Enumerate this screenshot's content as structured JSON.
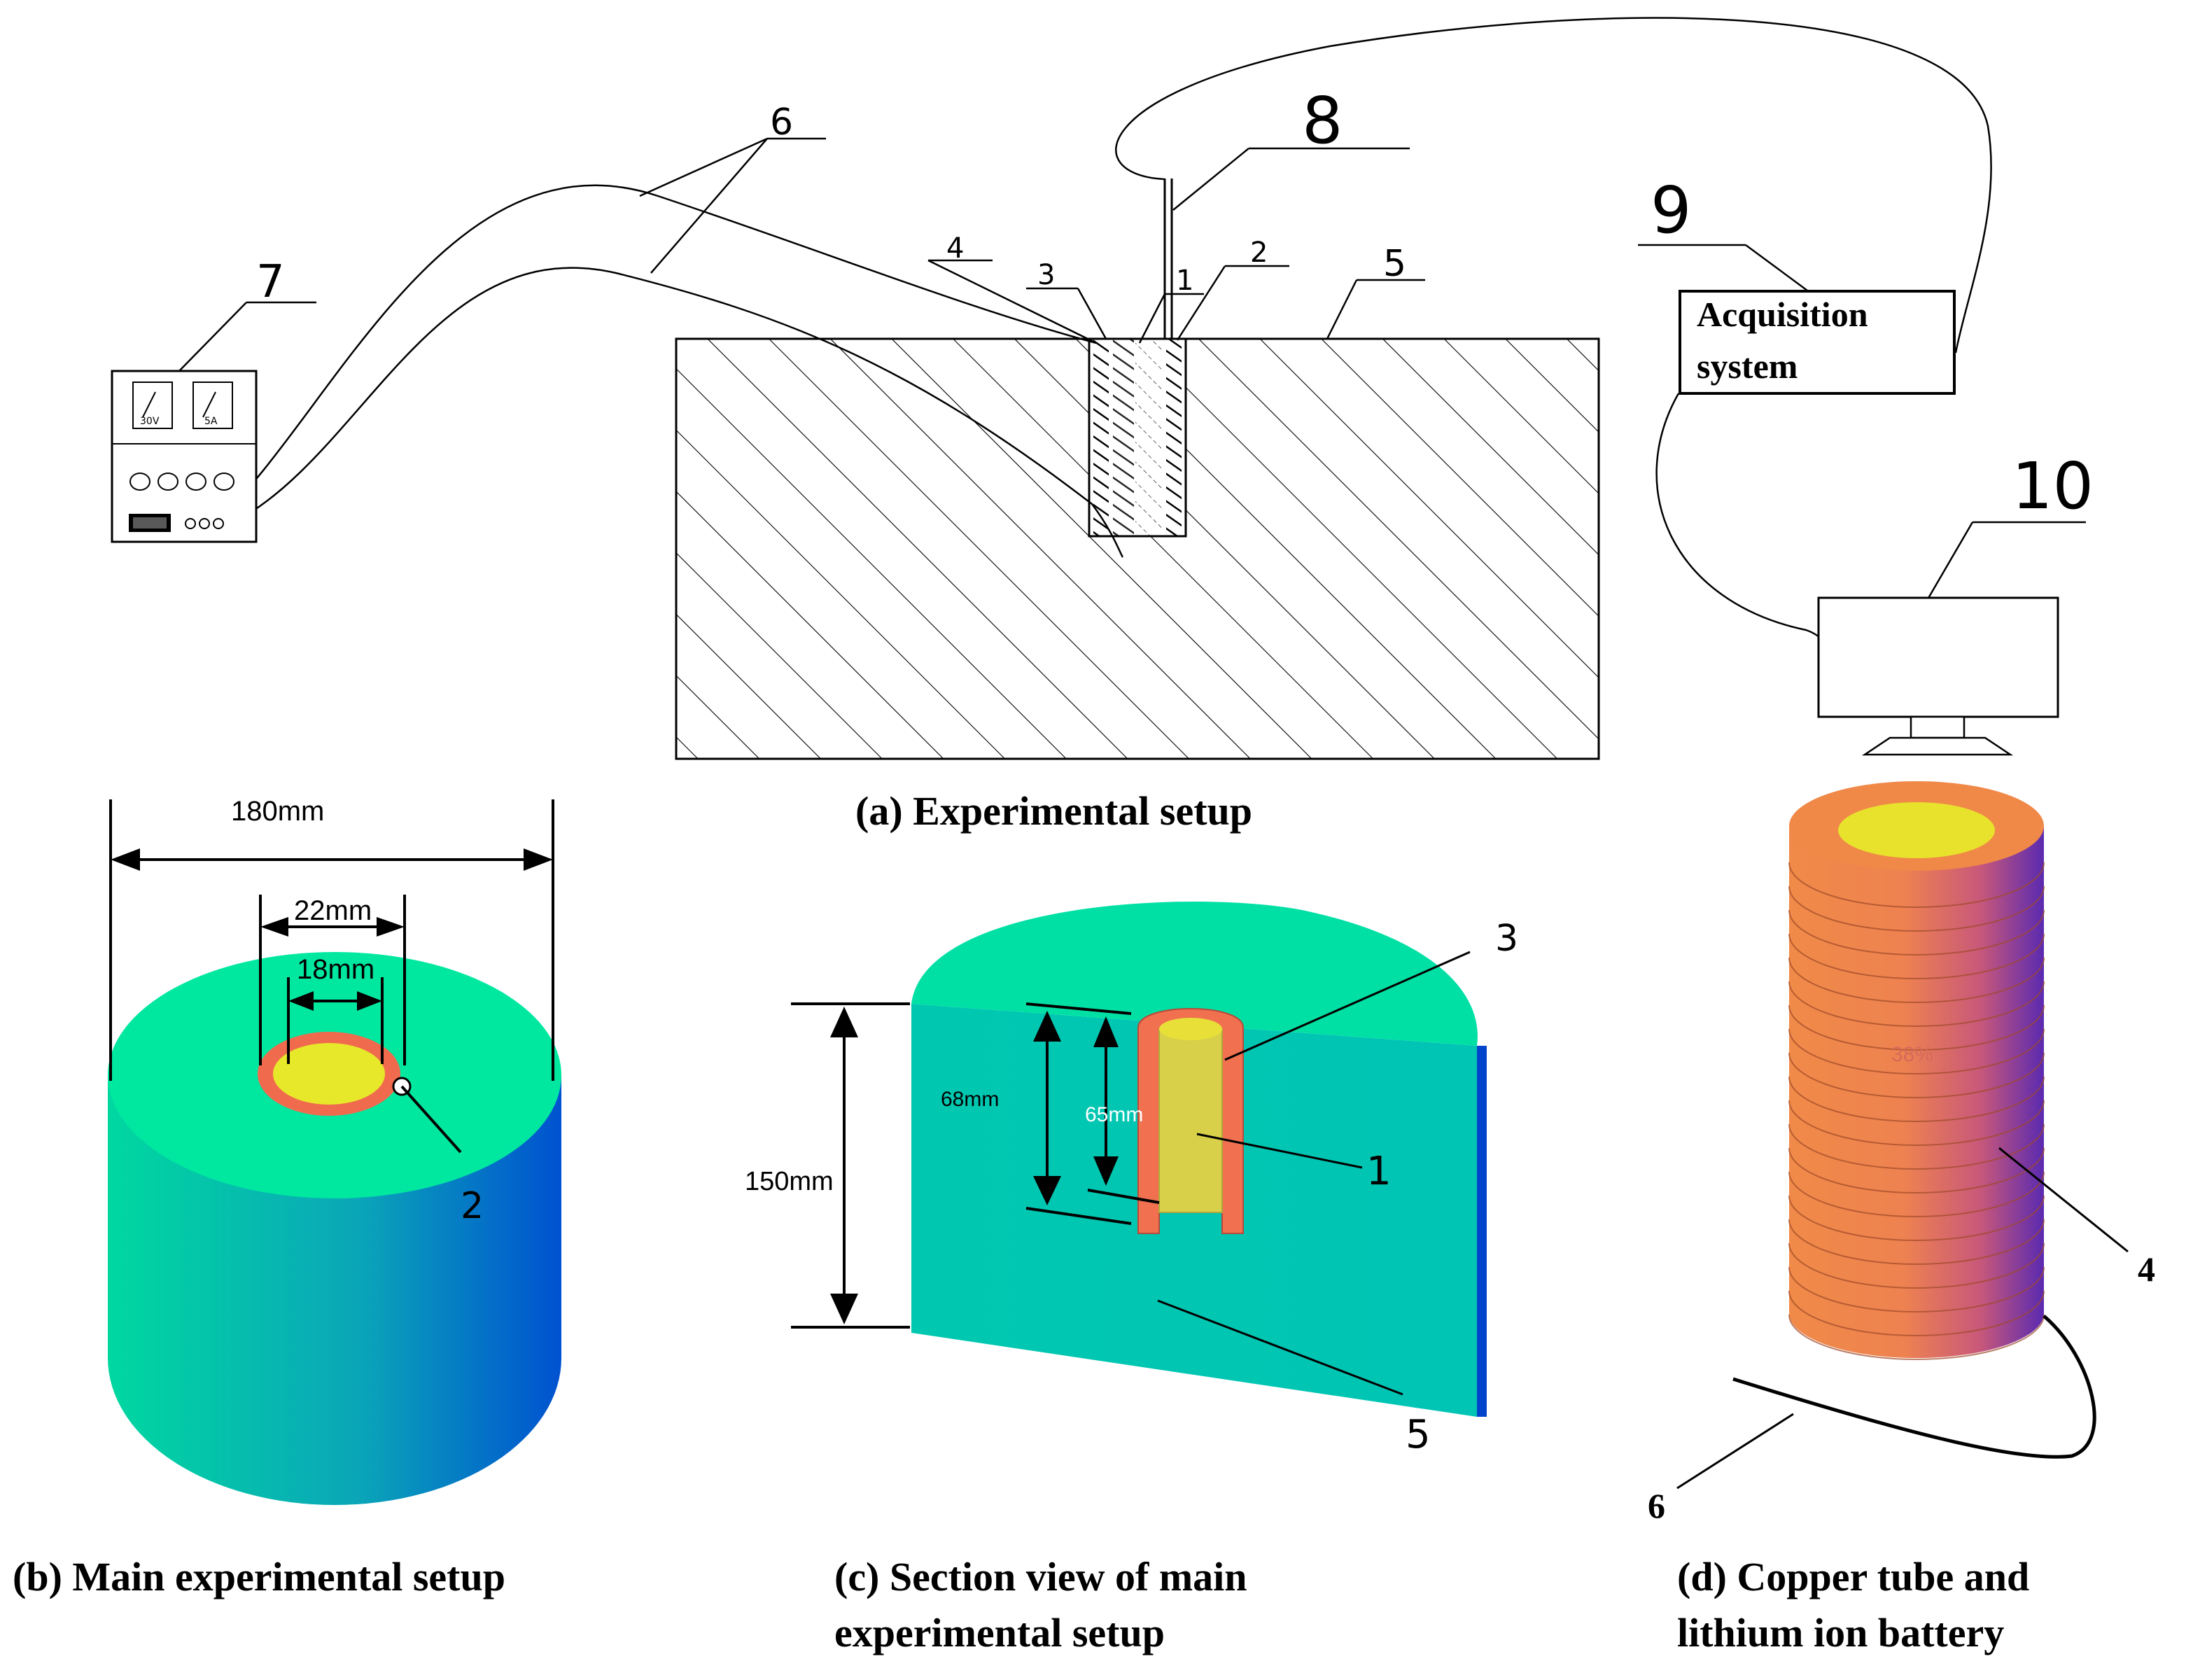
{
  "captions": {
    "a": "(a) Experimental setup",
    "b": "(b) Main experimental setup",
    "c_line1": "(c) Section view of main",
    "c_line2": "experimental setup",
    "d_line1": "(d) Copper tube and",
    "d_line2": "lithium ion battery"
  },
  "labels": {
    "n1": "1",
    "n2": "2",
    "n3": "3",
    "n4": "4",
    "n5": "5",
    "n6": "6",
    "n7": "7",
    "n8": "8",
    "n9": "9",
    "n10": "10"
  },
  "acquisition": {
    "line1": "Acquisition",
    "line2": "system"
  },
  "power_supply": {
    "voltmeter": "30V",
    "ammeter": "5A"
  },
  "dims_b": {
    "outer": "180mm",
    "tube": "22mm",
    "battery": "18mm"
  },
  "dims_c": {
    "height": "150mm",
    "tube_depth": "68mm",
    "battery_len": "65mm"
  },
  "battery_d": {
    "soc": "38%"
  },
  "colors": {
    "pcm_top": "#00e5a0",
    "pcm_side_left": "#00d3a8",
    "pcm_side_right": "#0055cc",
    "copper": "#f07050",
    "battery": "#e6e62a",
    "coil_orange": "#f0884a",
    "coil_purple": "#6a2ca8"
  },
  "icons": [
    "power-supply-icon",
    "monitor-icon",
    "acquisition-box-icon"
  ]
}
